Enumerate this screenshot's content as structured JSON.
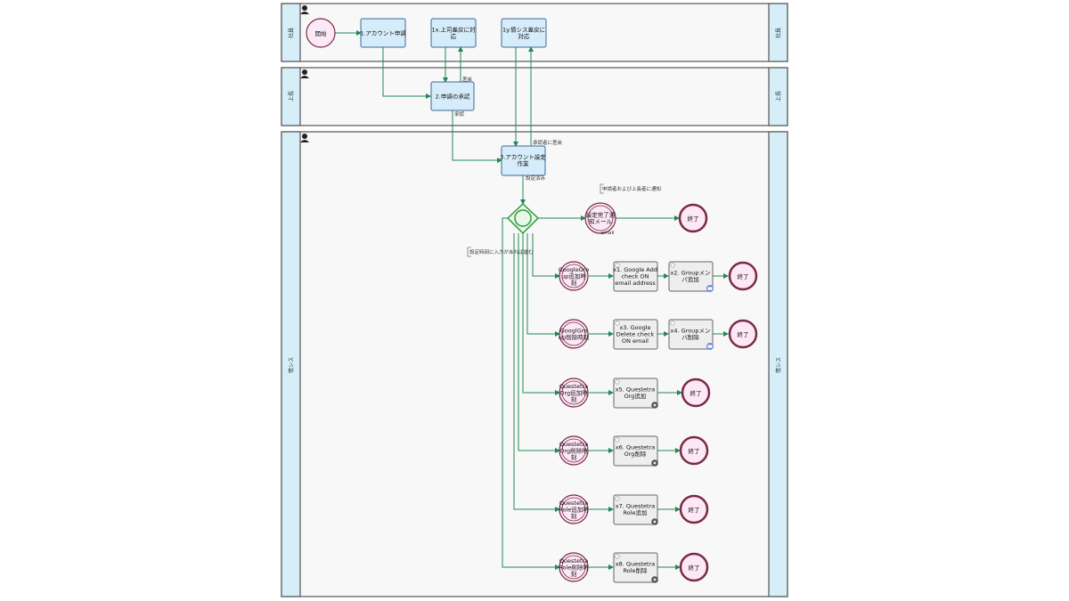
{
  "lanes": [
    {
      "id": "lane1",
      "label": "社員"
    },
    {
      "id": "lane2",
      "label": "上長"
    },
    {
      "id": "lane3",
      "label": "情シス"
    }
  ],
  "nodes": {
    "start": "開始",
    "t1": [
      "1.アカウント申請"
    ],
    "t1x": [
      "1x.上司差戻に対",
      "応"
    ],
    "t1y": [
      "1y.情シス差戻に",
      "対応"
    ],
    "t2": [
      "2.申請の承認"
    ],
    "t3": [
      "3.アカウント設定",
      "作業"
    ],
    "notify": [
      "設定完了通",
      "知メール"
    ],
    "notify_tag": "email",
    "end": "終了",
    "b1_event": [
      "GoogleGro",
      "up追加時",
      "刻"
    ],
    "b1_t1": [
      "x1. Google Add",
      "check ON",
      "email address"
    ],
    "b1_t2": [
      "x2. Groupメン",
      "バ追加"
    ],
    "b2_event": [
      "GooglGro",
      "up削除時刻"
    ],
    "b2_t1": [
      "x3. Google",
      "Delete check",
      "ON email"
    ],
    "b2_t2": [
      "x4. Groupメン",
      "バ削除"
    ],
    "b3_event": [
      "Questetra",
      "Org追加時",
      "刻"
    ],
    "b3_t1": [
      "x5. Questetra",
      "Org追加"
    ],
    "b4_event": [
      "Questetra",
      "Org削除時",
      "刻"
    ],
    "b4_t1": [
      "x6. Questetra",
      "Org削除"
    ],
    "b5_event": [
      "Questetra",
      "Role追加時",
      "刻"
    ],
    "b5_t1": [
      "x7. Questetra",
      "Role追加"
    ],
    "b6_event": [
      "Questetra",
      "Role削除時",
      "刻"
    ],
    "b6_t1": [
      "x8. Questetra",
      "Role削除"
    ]
  },
  "labels": {
    "reject1": "差戻",
    "approve": "承認",
    "reject2": "承認者に差戻",
    "setup_done": "設定済み",
    "notify_note": "申請者および上長者に通知",
    "branch_note": "設定時刻に入力があれば進む"
  },
  "colors": {
    "lane_header": "#d6eef8",
    "lane_body": "#f8f8f8",
    "task_blue": "#d6ecfa",
    "task_gray": "#eeeeee",
    "event_fill": "#fde8f7",
    "event_stroke": "#7a2a45",
    "gateway": "#2e9a3c",
    "arrow": "#228855"
  },
  "icons": {
    "lane_header": "user-icon",
    "email_task": "envelope-icon",
    "script_task": "gear-icon"
  }
}
